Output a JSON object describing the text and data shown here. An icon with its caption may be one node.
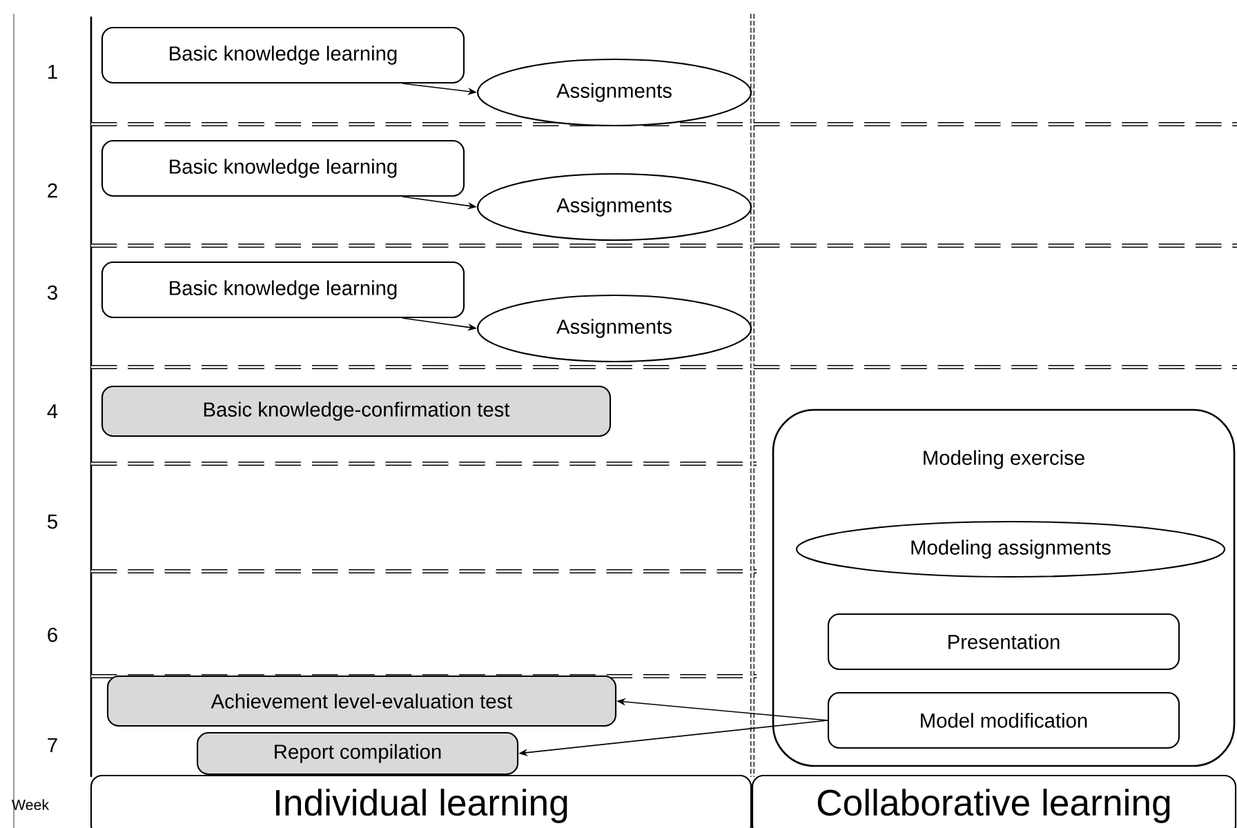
{
  "diagram": {
    "nodes": [
      {
        "text": [
          "Basic knowledge learning"
        ]
      },
      {
        "text": [
          "Assignments"
        ]
      },
      {
        "text": [
          "Basic knowledge learning"
        ]
      },
      {
        "text": [
          "Assignments"
        ]
      },
      {
        "text": [
          "Basic knowledge learning"
        ]
      },
      {
        "text": [
          "Assignments"
        ]
      },
      {
        "text": [
          "Basic knowledge-confirmation test"
        ]
      },
      {
        "text": [
          "Modeling exercise"
        ]
      },
      {
        "text": [
          "Modeling assignments"
        ],
        "in": 7
      },
      {
        "text": [
          "Presentation"
        ],
        "in": 7
      },
      {
        "text": [
          "Model modification"
        ],
        "in": 7
      },
      {
        "text": [
          "Achievement level-evaluation test"
        ]
      },
      {
        "text": [
          "Report compilation"
        ]
      },
      {
        "text": [
          "Individual learning"
        ]
      },
      {
        "text": [
          "Collaborative learning"
        ]
      }
    ],
    "edges": [
      {
        "from": 0,
        "to": 1,
        "arrow": "to"
      },
      {
        "from": 2,
        "to": 3,
        "arrow": "to"
      },
      {
        "from": 4,
        "to": 5,
        "arrow": "to"
      },
      {
        "from": 10,
        "to": 11,
        "arrow": "to"
      },
      {
        "from": 10,
        "to": 12,
        "arrow": "to"
      }
    ],
    "labels": [
      "1",
      "2",
      "3",
      "4",
      "5",
      "6",
      "7",
      "Week"
    ]
  }
}
